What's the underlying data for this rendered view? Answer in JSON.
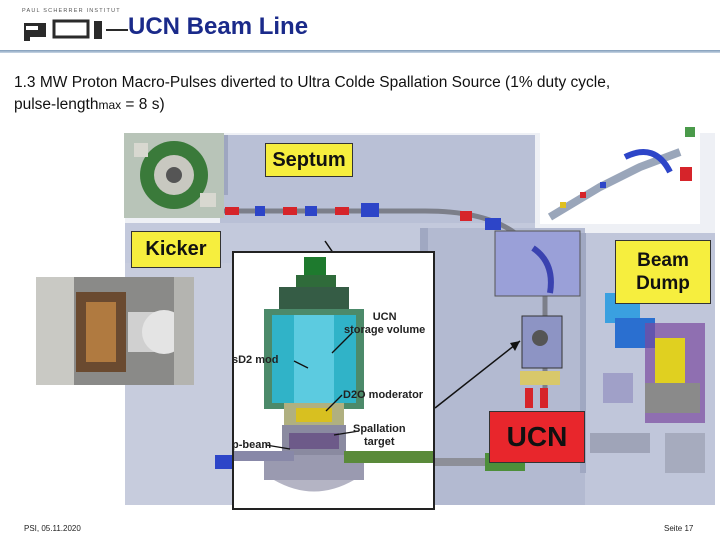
{
  "header": {
    "logo_top_text": "PAUL SCHERRER INSTITUT",
    "logo_word": "PSI",
    "title": "UCN Beam Line"
  },
  "subtitle": {
    "line1": "1.3 MW Proton Macro-Pulses diverted to Ultra Colde Spallation Source (1% duty cycle,",
    "line2_main": "pulse-length",
    "line2_sub": "max",
    "line2_rest": " = 8 s)"
  },
  "labels": {
    "septum": "Septum",
    "kicker": "Kicker",
    "beam_dump_1": "Beam",
    "beam_dump_2": "Dump",
    "ucn": "UCN"
  },
  "source": {
    "storage_1": "UCN",
    "storage_2": "storage volume",
    "sd2": "sD2 mod",
    "d2o": "D2O moderator",
    "spall_1": "Spallation",
    "spall_2": "target",
    "pbeam": "p-beam"
  },
  "footer": {
    "left": "PSI, 05.11.2020",
    "right": "Seite 17"
  },
  "colors": {
    "title": "#1a2a8a",
    "label_yellow": "#f6ee3e",
    "label_red": "#e8262c",
    "floor": "#b9c0d6"
  }
}
